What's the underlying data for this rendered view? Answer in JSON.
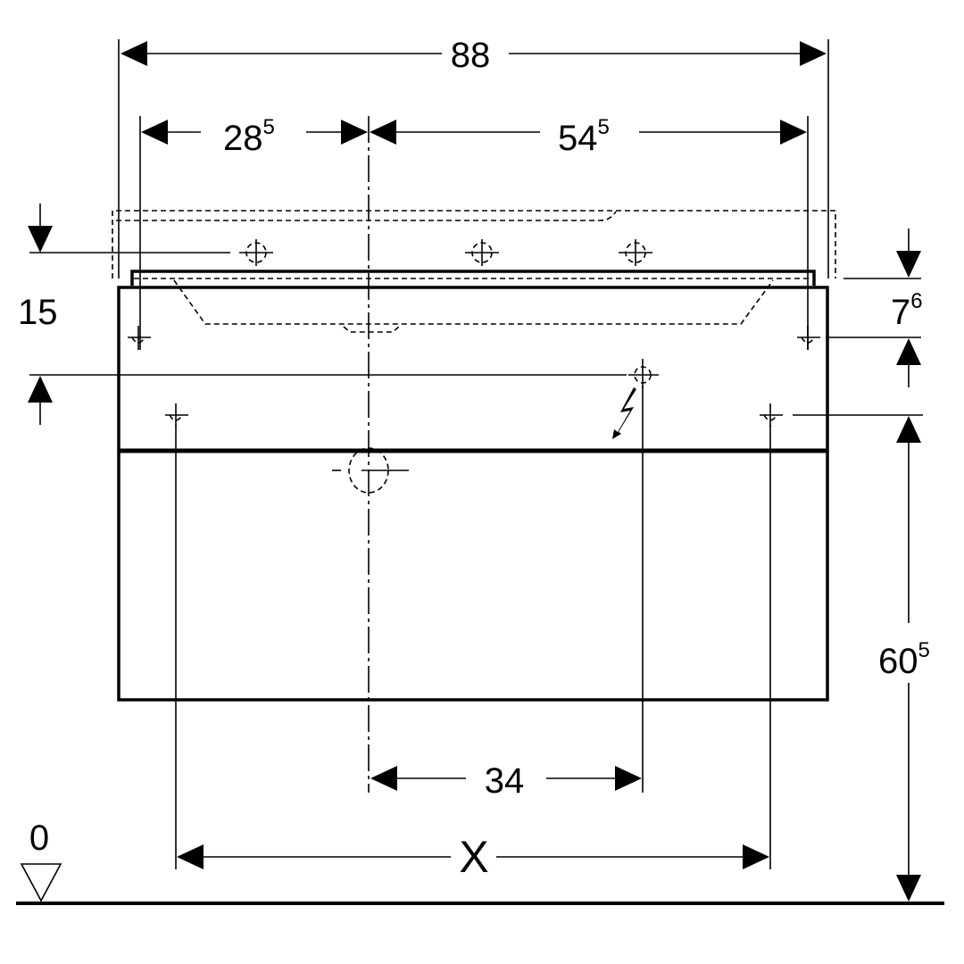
{
  "drawing": {
    "overall_width": {
      "main": "88",
      "sup": ""
    },
    "left_offset": {
      "main": "28",
      "sup": "5"
    },
    "right_offset": {
      "main": "54",
      "sup": "5"
    },
    "left_height": {
      "main": "15",
      "sup": ""
    },
    "right_small_height": {
      "main": "7",
      "sup": "6"
    },
    "mount_height": {
      "main": "60",
      "sup": "5"
    },
    "supply_offset": {
      "main": "34",
      "sup": ""
    },
    "hole_spacing": {
      "main": "X",
      "sup": ""
    },
    "floor_level": {
      "main": "0",
      "sup": ""
    }
  }
}
